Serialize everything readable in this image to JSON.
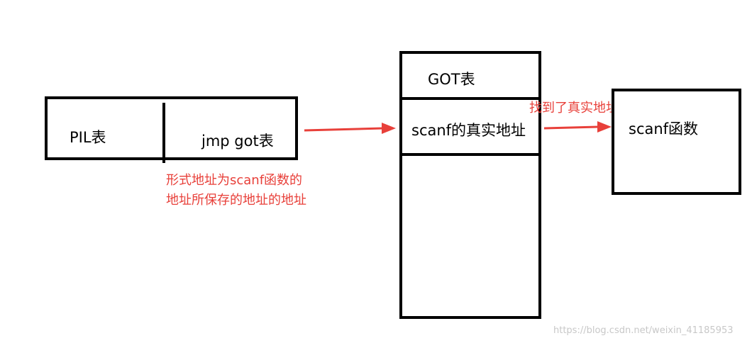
{
  "plt": {
    "left_label": "PIL表",
    "right_label": "jmp got表"
  },
  "plt_note": {
    "line1": "形式地址为scanf函数的",
    "line2": "地址所保存的地址的地址"
  },
  "got": {
    "header": "GOT表",
    "entry": "scanf的真实地址"
  },
  "arrow_note": "找到了真实地址",
  "target": {
    "label": "scanf函数"
  },
  "watermark": "https://blog.csdn.net/weixin_41185953",
  "colors": {
    "arrow": "#e8403a",
    "note_text": "#e8403a",
    "border": "#000000"
  }
}
